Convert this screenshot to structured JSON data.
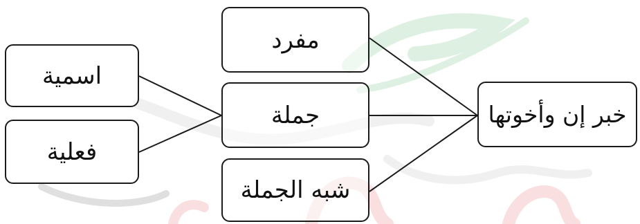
{
  "diagram": {
    "root": {
      "label": "خبر إن وأخوتها"
    },
    "types": [
      {
        "label": "مفرد"
      },
      {
        "label": "جملة"
      },
      {
        "label": "شبه الجملة"
      }
    ],
    "sentence_types": [
      {
        "label": "اسمية"
      },
      {
        "label": "فعلية"
      }
    ],
    "edges": [
      {
        "from": "خبر إن وأخوتها",
        "to": "مفرد"
      },
      {
        "from": "خبر إن وأخوتها",
        "to": "جملة"
      },
      {
        "from": "خبر إن وأخوتها",
        "to": "شبه الجملة"
      },
      {
        "from": "جملة",
        "to": "اسمية"
      },
      {
        "from": "جملة",
        "to": "فعلية"
      }
    ]
  },
  "colors": {
    "line": "#1a1a1a",
    "watermark_green": "#1f9e3a",
    "watermark_red": "#d7262e",
    "watermark_gray": "#9a9a9a"
  }
}
